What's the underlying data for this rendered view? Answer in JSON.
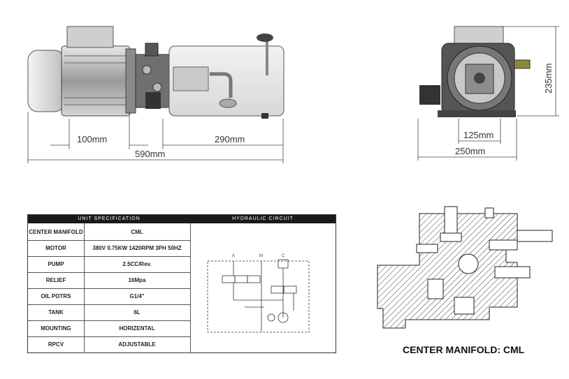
{
  "dimensions": {
    "side_100": "100mm",
    "side_290": "290mm",
    "side_590": "590mm",
    "end_125": "125mm",
    "end_250": "250mm",
    "end_235": "235mm"
  },
  "spec_table": {
    "header_left": "UNIT SPECIFICATION",
    "header_right": "HYDRAULIC CIRCUIT",
    "rows": [
      {
        "label": "CENTER MANIFOLD",
        "value": "CML"
      },
      {
        "label": "MOTOR",
        "value": "380V 0.75KW 1420RPM 3PH 50HZ"
      },
      {
        "label": "PUMP",
        "value": "2.5CC/Rev."
      },
      {
        "label": "RELIEF",
        "value": "16Mpa"
      },
      {
        "label": "OIL POTRS",
        "value": "G1/4\""
      },
      {
        "label": "TANK",
        "value": "6L"
      },
      {
        "label": "MOUNTING",
        "value": "HORIZENTAL"
      },
      {
        "label": "RPCV",
        "value": "ADJUSTABLE"
      }
    ]
  },
  "circuit": {
    "port_a": "A",
    "port_m": "M",
    "port_c": "C"
  },
  "caption": "CENTER MANIFOLD: CML",
  "colors": {
    "line": "#333333",
    "header_bg": "#1a1a1a",
    "hatch": "#444444"
  }
}
